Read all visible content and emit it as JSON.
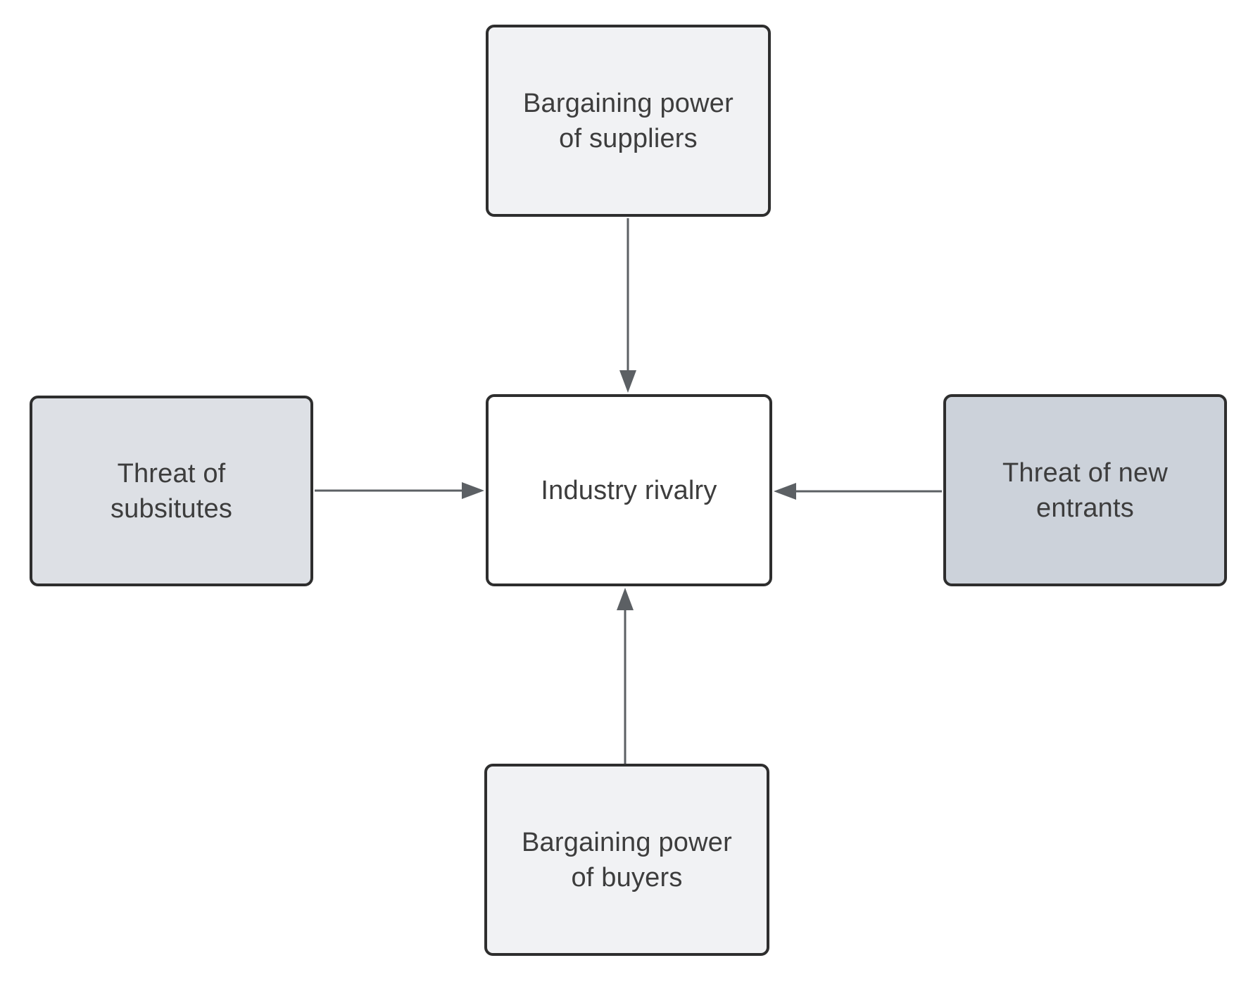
{
  "diagram": {
    "type": "five-forces-diagram",
    "nodes": {
      "suppliers": {
        "lines": [
          "Bargaining power",
          "of suppliers"
        ]
      },
      "substitutes": {
        "lines": [
          "Threat of",
          "subsitutes"
        ]
      },
      "rivalry": {
        "lines": [
          "Industry rivalry"
        ]
      },
      "entrants": {
        "lines": [
          "Threat of new",
          "entrants"
        ]
      },
      "buyers": {
        "lines": [
          "Bargaining power",
          "of buyers"
        ]
      }
    },
    "edges": [
      {
        "from": "suppliers",
        "to": "rivalry",
        "direction": "down"
      },
      {
        "from": "substitutes",
        "to": "rivalry",
        "direction": "right"
      },
      {
        "from": "entrants",
        "to": "rivalry",
        "direction": "left"
      },
      {
        "from": "buyers",
        "to": "rivalry",
        "direction": "up"
      }
    ],
    "colors": {
      "node_light": "#f1f2f4",
      "node_medium": "#dde0e5",
      "node_dark": "#ccd2da",
      "node_white": "#ffffff",
      "border": "#2e2e2e",
      "arrow": "#5c6064",
      "text": "#3d3d3d",
      "background": "#ffffff"
    }
  }
}
